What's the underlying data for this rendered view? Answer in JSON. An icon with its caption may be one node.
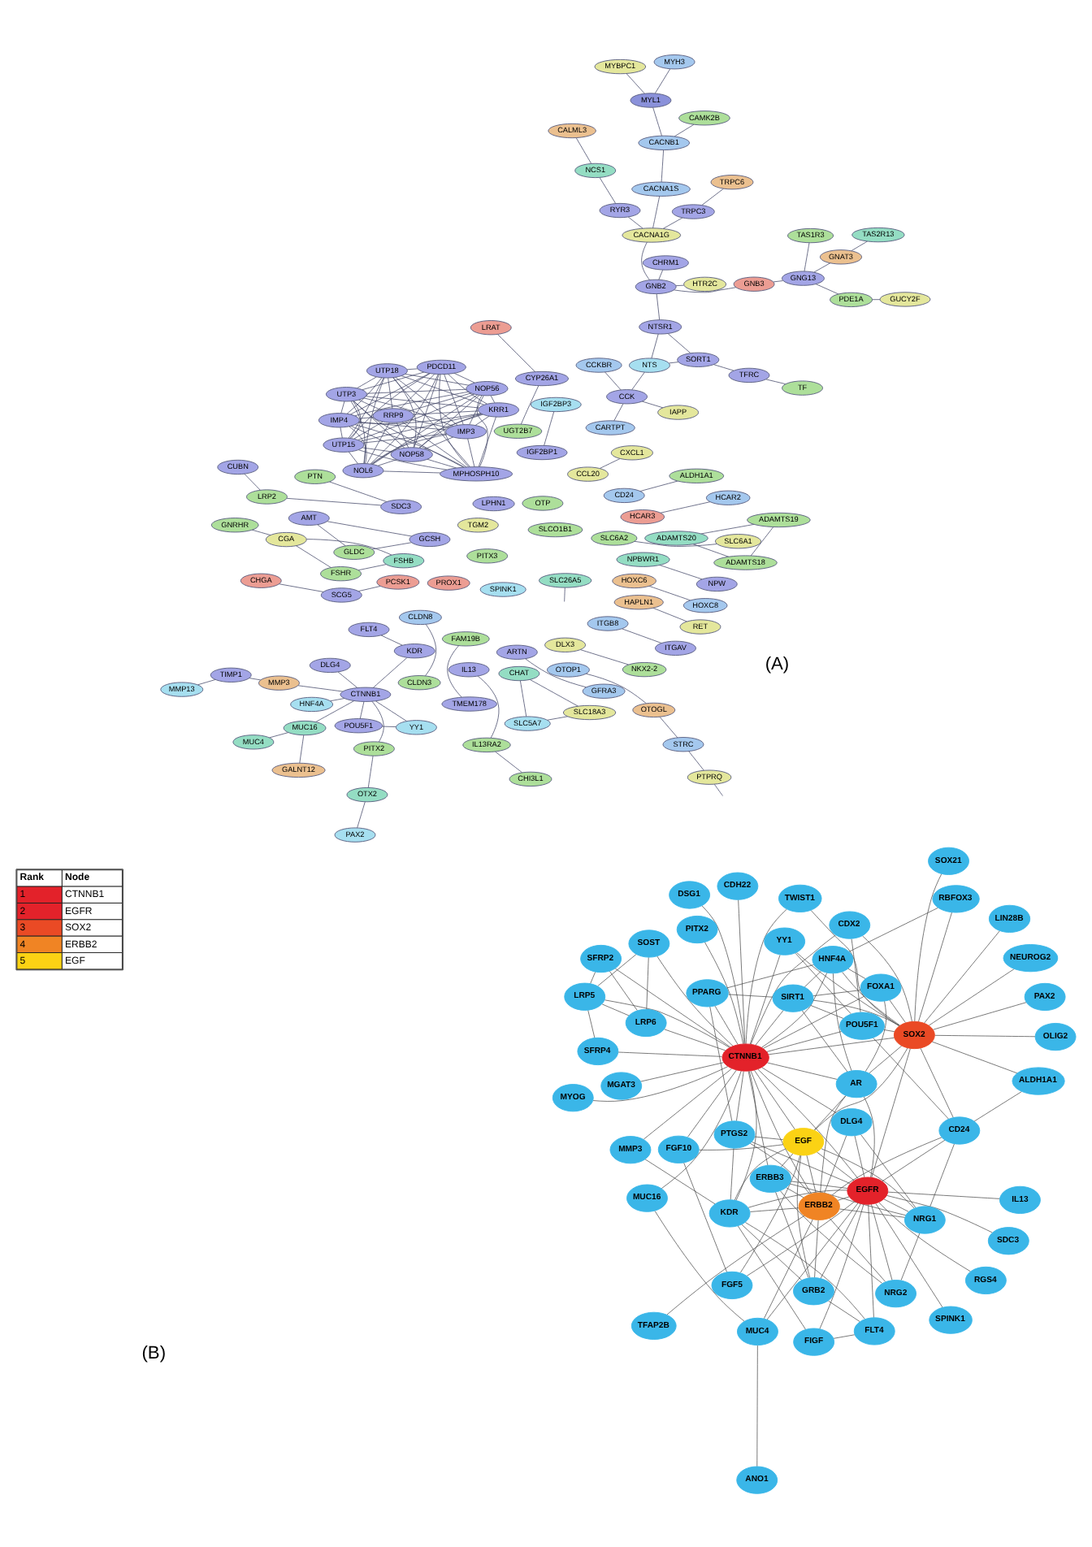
{
  "diagram": {
    "nodes": [
      {
        "text": [
          "CARTPT"
        ]
      },
      {
        "text": [
          "MYBPC1"
        ]
      },
      {
        "text": [
          "HAPLN1"
        ]
      },
      {
        "text": [
          "CCKBR"
        ]
      },
      {
        "text": [
          "TRPC6"
        ]
      },
      {
        "text": [
          "DLX3"
        ]
      },
      {
        "text": [
          "NKX2-2"
        ]
      },
      {
        "text": [
          "ARTN"
        ]
      },
      {
        "text": [
          "GFRA3"
        ]
      },
      {
        "text": [
          "FAM19B"
        ]
      },
      {
        "text": [
          "TMEM178"
        ]
      },
      {
        "text": [
          "IAPP"
        ]
      },
      {
        "text": [
          "CCK"
        ]
      },
      {
        "text": [
          "MYL1"
        ]
      },
      {
        "text": [
          "RET"
        ]
      },
      {
        "text": [
          "ADAMTS20"
        ]
      },
      {
        "text": [
          "FSHB"
        ]
      },
      {
        "text": [
          "FSHR"
        ]
      },
      {
        "text": [
          "ITGB8"
        ]
      },
      {
        "text": [
          "CACNB1"
        ]
      },
      {
        "text": [
          "CACNA1S"
        ]
      },
      {
        "text": [
          "TRPC3"
        ]
      },
      {
        "text": [
          "NTS"
        ]
      },
      {
        "text": [
          "ADAMTS18"
        ]
      },
      {
        "text": [
          "ADAMTS19"
        ]
      },
      {
        "text": [
          "CGA"
        ]
      },
      {
        "text": [
          "MYH3"
        ]
      },
      {
        "text": [
          "ITGAV"
        ]
      },
      {
        "text": [
          "CAMK2B"
        ]
      },
      {
        "text": [
          "CACNA1G"
        ]
      },
      {
        "text": [
          "CALML3"
        ]
      },
      {
        "text": [
          "TFRC"
        ]
      },
      {
        "text": [
          "SORT1"
        ]
      },
      {
        "text": [
          "TF"
        ]
      },
      {
        "text": [
          "NTSR1"
        ]
      },
      {
        "text": [
          "LPHN1"
        ]
      },
      {
        "text": [
          "GNRHR"
        ]
      },
      {
        "text": [
          "RYR3"
        ]
      },
      {
        "text": [
          "GCSH"
        ]
      },
      {
        "text": [
          "AMT"
        ]
      },
      {
        "text": [
          "NCS1"
        ]
      },
      {
        "text": [
          "SLC6A2"
        ]
      },
      {
        "text": [
          "SLC6A1"
        ]
      },
      {
        "text": [
          "GLDC"
        ]
      },
      {
        "text": [
          "HTR2C"
        ]
      },
      {
        "text": [
          "GNB2"
        ]
      },
      {
        "text": [
          "CHRM1"
        ]
      },
      {
        "text": [
          "GNB3"
        ]
      },
      {
        "text": [
          "TGM2"
        ]
      },
      {
        "text": [
          "PDE1A"
        ]
      },
      {
        "text": [
          "GUCY2F"
        ]
      },
      {
        "text": [
          "GNG13"
        ]
      },
      {
        "text": [
          "HOXC6"
        ]
      },
      {
        "text": [
          "HOXC8"
        ]
      },
      {
        "text": [
          "PROX1"
        ]
      },
      {
        "text": [
          "TAS1R3"
        ]
      },
      {
        "text": [
          "CCL20"
        ]
      },
      {
        "text": [
          "KDR"
        ]
      },
      {
        "text": [
          "FLT4"
        ]
      },
      {
        "text": [
          "DLG4"
        ]
      },
      {
        "text": [
          "HNF4A"
        ]
      },
      {
        "text": [
          "YY1"
        ]
      },
      {
        "text": [
          "CTNNB1"
        ]
      },
      {
        "text": [
          "GNAT3"
        ]
      },
      {
        "text": [
          "TAS2R13"
        ]
      },
      {
        "text": [
          "OTP"
        ]
      },
      {
        "text": [
          "PAX2"
        ]
      },
      {
        "text": [
          "PITX2"
        ]
      },
      {
        "text": [
          "OTX2"
        ]
      },
      {
        "text": [
          "CXCL1"
        ]
      },
      {
        "text": [
          "IL13"
        ]
      },
      {
        "text": [
          "PITX3"
        ]
      },
      {
        "text": [
          "PCSK1"
        ]
      },
      {
        "text": [
          "NPBWR1"
        ]
      },
      {
        "text": [
          "NPW"
        ]
      },
      {
        "text": [
          "POU5F1"
        ]
      },
      {
        "text": [
          "SCG5"
        ]
      },
      {
        "text": [
          "HCAR3"
        ]
      },
      {
        "text": [
          "HCAR2"
        ]
      },
      {
        "text": [
          "IL13RA2"
        ]
      },
      {
        "text": [
          "CHI3L1"
        ]
      },
      {
        "text": [
          "IGF2BP1"
        ]
      },
      {
        "text": [
          "IGF2BP3"
        ]
      },
      {
        "text": [
          "CD24"
        ]
      },
      {
        "text": [
          "CHGA"
        ]
      },
      {
        "text": [
          "MPHOSPH10"
        ]
      },
      {
        "text": [
          "SDC3"
        ]
      },
      {
        "text": [
          "MUC4"
        ]
      },
      {
        "text": [
          "PDCD11"
        ]
      },
      {
        "text": [
          "UTP15"
        ]
      },
      {
        "text": [
          "ALDH1A1"
        ]
      },
      {
        "text": [
          "LRP2"
        ]
      },
      {
        "text": [
          "MUC16"
        ]
      },
      {
        "text": [
          "GALNT12"
        ]
      },
      {
        "text": [
          "SPINK1"
        ]
      },
      {
        "text": [
          "IMP3"
        ]
      },
      {
        "text": [
          "KRR1"
        ]
      },
      {
        "text": [
          "NOL6"
        ]
      },
      {
        "text": [
          "TIMP1"
        ]
      },
      {
        "text": [
          "RRP9"
        ]
      },
      {
        "text": [
          "MMP3"
        ]
      },
      {
        "text": [
          "CUBN"
        ]
      },
      {
        "text": [
          "PTN"
        ]
      },
      {
        "text": [
          "OTOP1"
        ]
      },
      {
        "text": [
          "SLCO1B1"
        ]
      },
      {
        "text": [
          "UGT2B7"
        ]
      },
      {
        "text": [
          "CYP26A1"
        ]
      },
      {
        "text": [
          "UTP18"
        ]
      },
      {
        "text": [
          "NOP58"
        ]
      },
      {
        "text": [
          "NOP56"
        ]
      },
      {
        "text": [
          "MMP13"
        ]
      },
      {
        "text": [
          "IMP4"
        ]
      },
      {
        "text": [
          "LRAT"
        ]
      },
      {
        "text": [
          "OTOGL"
        ]
      },
      {
        "text": [
          "UTP3"
        ]
      },
      {
        "text": [
          "CLDN8"
        ]
      },
      {
        "text": [
          "CLDN3"
        ]
      },
      {
        "text": [
          "CHAT"
        ]
      },
      {
        "text": [
          "STRC"
        ]
      },
      {
        "text": [
          "SLC5A7"
        ]
      },
      {
        "text": [
          "SLC18A3"
        ]
      },
      {
        "text": [
          "PTPRQ"
        ]
      },
      {
        "text": [
          "SLC26A5"
        ]
      },
      {
        "text": [
          "MYOG"
        ]
      },
      {
        "text": [
          "PITX2"
        ]
      },
      {
        "text": [
          "MUC16"
        ]
      },
      {
        "text": [
          "ANO1"
        ]
      },
      {
        "text": [
          "SDC3"
        ]
      },
      {
        "text": [
          "MGAT3"
        ]
      },
      {
        "text": [
          "RGS4"
        ]
      },
      {
        "text": [
          "SFRP4"
        ]
      },
      {
        "text": [
          "MMP3"
        ]
      },
      {
        "text": [
          "MUC4"
        ]
      },
      {
        "text": [
          "SOST"
        ]
      },
      {
        "text": [
          "SFRP2"
        ]
      },
      {
        "text": [
          "FIGF"
        ]
      },
      {
        "text": [
          "FLT4"
        ]
      },
      {
        "text": [
          "SPINK1"
        ]
      },
      {
        "text": [
          "KDR"
        ]
      },
      {
        "text": [
          "LRP5"
        ]
      },
      {
        "text": [
          "PTGS2"
        ]
      },
      {
        "text": [
          "EGFR"
        ]
      },
      {
        "text": [
          "DSG1"
        ]
      },
      {
        "text": [
          "CTNNB1"
        ]
      },
      {
        "text": [
          "ERBB3"
        ]
      },
      {
        "text": [
          "GRB2"
        ]
      },
      {
        "text": [
          "IL13"
        ]
      },
      {
        "text": [
          "LRP6"
        ]
      },
      {
        "text": [
          "FGF10"
        ]
      },
      {
        "text": [
          "ERBB2"
        ]
      },
      {
        "text": [
          "PPARG"
        ]
      },
      {
        "text": [
          "NRG2"
        ]
      },
      {
        "text": [
          "EGF"
        ]
      },
      {
        "text": [
          "FGF5"
        ]
      },
      {
        "text": [
          "CDH22"
        ]
      },
      {
        "text": [
          "AR"
        ]
      },
      {
        "text": [
          "HNF4A"
        ]
      },
      {
        "text": [
          "DLG4"
        ]
      },
      {
        "text": [
          "NRG1"
        ]
      },
      {
        "text": [
          "TWIST1"
        ]
      },
      {
        "text": [
          "TFAP2B"
        ]
      },
      {
        "text": [
          "SIRT1"
        ]
      },
      {
        "text": [
          "POU5F1"
        ]
      },
      {
        "text": [
          "RBFOX3"
        ]
      },
      {
        "text": [
          "SOX2"
        ]
      },
      {
        "text": [
          "YY1"
        ]
      },
      {
        "text": [
          "CD24"
        ]
      },
      {
        "text": [
          "FOXA1"
        ]
      },
      {
        "text": [
          "OLIG2"
        ]
      },
      {
        "text": [
          "ALDH1A1"
        ]
      },
      {
        "text": [
          "SOX21"
        ]
      },
      {
        "text": [
          "CDX2"
        ]
      },
      {
        "text": [
          "NEUROG2"
        ]
      },
      {
        "text": [
          "LIN28B"
        ]
      },
      {
        "text": [
          "PAX2"
        ]
      }
    ],
    "edges": [
      {
        "from": 2,
        "to": 14,
        "arrow": "none"
      },
      {
        "from": 5,
        "to": 6,
        "arrow": "none"
      },
      {
        "from": 7,
        "to": 8,
        "arrow": "none"
      },
      {
        "from": 25,
        "to": 16,
        "arrow": "none"
      },
      {
        "from": 25,
        "to": 17,
        "arrow": "none"
      },
      {
        "from": 16,
        "to": 17,
        "arrow": "none"
      },
      {
        "from": 25,
        "to": 36,
        "arrow": "none"
      },
      {
        "from": 18,
        "to": 27,
        "arrow": "none"
      },
      {
        "from": 1,
        "to": 13,
        "arrow": "none"
      },
      {
        "from": 13,
        "to": 26,
        "arrow": "none"
      },
      {
        "from": 13,
        "to": 19,
        "arrow": "none"
      },
      {
        "from": 9,
        "to": 10,
        "arrow": "none"
      },
      {
        "from": 19,
        "to": 20,
        "arrow": "none"
      },
      {
        "from": 19,
        "to": 28,
        "arrow": "none"
      },
      {
        "from": 20,
        "to": 29,
        "arrow": "none"
      },
      {
        "from": 4,
        "to": 21,
        "arrow": "none"
      },
      {
        "from": 21,
        "to": 29,
        "arrow": "none"
      },
      {
        "from": 30,
        "to": 40,
        "arrow": "none"
      },
      {
        "from": 37,
        "to": 40,
        "arrow": "none"
      },
      {
        "from": 37,
        "to": 29,
        "arrow": "none"
      },
      {
        "from": 29,
        "to": 45,
        "arrow": "none"
      },
      {
        "from": 44,
        "to": 45,
        "arrow": "none"
      },
      {
        "from": 45,
        "to": 46,
        "arrow": "none"
      },
      {
        "from": 45,
        "to": 47,
        "arrow": "none"
      },
      {
        "from": 45,
        "to": 34,
        "arrow": "none"
      },
      {
        "from": 22,
        "to": 34,
        "arrow": "none"
      },
      {
        "from": 12,
        "to": 22,
        "arrow": "none"
      },
      {
        "from": 22,
        "to": 32,
        "arrow": "none"
      },
      {
        "from": 34,
        "to": 32,
        "arrow": "none"
      },
      {
        "from": 32,
        "to": 31,
        "arrow": "none"
      },
      {
        "from": 31,
        "to": 33,
        "arrow": "none"
      },
      {
        "from": 0,
        "to": 12,
        "arrow": "none"
      },
      {
        "from": 3,
        "to": 12,
        "arrow": "none"
      },
      {
        "from": 12,
        "to": 11,
        "arrow": "none"
      },
      {
        "from": 15,
        "to": 23,
        "arrow": "none"
      },
      {
        "from": 15,
        "to": 24,
        "arrow": "none"
      },
      {
        "from": 23,
        "to": 24,
        "arrow": "none"
      },
      {
        "from": 38,
        "to": 39,
        "arrow": "none"
      },
      {
        "from": 38,
        "to": 43,
        "arrow": "none"
      },
      {
        "from": 39,
        "to": 43,
        "arrow": "none"
      },
      {
        "from": 41,
        "to": 42,
        "arrow": "none"
      },
      {
        "from": 49,
        "to": 50,
        "arrow": "none"
      },
      {
        "from": 52,
        "to": 53,
        "arrow": "none"
      },
      {
        "from": 47,
        "to": 51,
        "arrow": "none"
      },
      {
        "from": 51,
        "to": 49,
        "arrow": "none"
      },
      {
        "from": 51,
        "to": 55,
        "arrow": "none"
      },
      {
        "from": 51,
        "to": 63,
        "arrow": "none"
      },
      {
        "from": 63,
        "to": 64,
        "arrow": "none"
      },
      {
        "from": 73,
        "to": 74,
        "arrow": "none"
      },
      {
        "from": 77,
        "to": 78,
        "arrow": "none"
      },
      {
        "from": 72,
        "to": 76,
        "arrow": "none"
      },
      {
        "from": 76,
        "to": 84,
        "arrow": "none"
      },
      {
        "from": 115,
        "to": 116,
        "arrow": "none"
      },
      {
        "from": 103,
        "to": 113,
        "arrow": "none"
      },
      {
        "from": 113,
        "to": 118,
        "arrow": "none"
      },
      {
        "from": 118,
        "to": 121,
        "arrow": "none"
      },
      {
        "from": 106,
        "to": 112,
        "arrow": "none"
      },
      {
        "from": 105,
        "to": 106,
        "arrow": "none"
      },
      {
        "from": 70,
        "to": 79,
        "arrow": "none"
      },
      {
        "from": 79,
        "to": 80,
        "arrow": "none"
      },
      {
        "from": 69,
        "to": 56,
        "arrow": "none"
      },
      {
        "from": 67,
        "to": 68,
        "arrow": "none"
      },
      {
        "from": 66,
        "to": 68,
        "arrow": "none"
      },
      {
        "from": 81,
        "to": 82,
        "arrow": "none"
      },
      {
        "from": 86,
        "to": 102,
        "arrow": "none"
      },
      {
        "from": 86,
        "to": 91,
        "arrow": "none"
      },
      {
        "from": 91,
        "to": 101,
        "arrow": "none"
      },
      {
        "from": 100,
        "to": 98,
        "arrow": "none"
      },
      {
        "from": 98,
        "to": 110,
        "arrow": "none"
      },
      {
        "from": 117,
        "to": 119,
        "arrow": "none"
      },
      {
        "from": 117,
        "to": 120,
        "arrow": "none"
      },
      {
        "from": 119,
        "to": 120,
        "arrow": "none"
      },
      {
        "from": 87,
        "to": 92,
        "arrow": "none"
      },
      {
        "from": 92,
        "to": 93,
        "arrow": "none"
      },
      {
        "from": 83,
        "to": 90,
        "arrow": "none"
      },
      {
        "from": 62,
        "to": 61,
        "arrow": "none"
      },
      {
        "from": 62,
        "to": 75,
        "arrow": "none"
      },
      {
        "from": 62,
        "to": 57,
        "arrow": "none"
      },
      {
        "from": 62,
        "to": 59,
        "arrow": "none"
      },
      {
        "from": 62,
        "to": 60,
        "arrow": "none"
      },
      {
        "from": 62,
        "to": 92,
        "arrow": "none"
      },
      {
        "from": 62,
        "to": 100,
        "arrow": "none"
      },
      {
        "from": 62,
        "to": 67,
        "arrow": "none"
      },
      {
        "from": 75,
        "to": 61,
        "arrow": "none"
      },
      {
        "from": 57,
        "to": 58,
        "arrow": "none"
      },
      {
        "from": 121,
        "to": null,
        "arrow": "none"
      },
      {
        "from": 122,
        "to": null,
        "arrow": "none"
      },
      {
        "from": 85,
        "to": 88,
        "arrow": "none"
      },
      {
        "from": 85,
        "to": 89,
        "arrow": "none"
      },
      {
        "from": 85,
        "to": 95,
        "arrow": "none"
      },
      {
        "from": 85,
        "to": 96,
        "arrow": "none"
      },
      {
        "from": 85,
        "to": 97,
        "arrow": "none"
      },
      {
        "from": 85,
        "to": 99,
        "arrow": "none"
      },
      {
        "from": 85,
        "to": 107,
        "arrow": "none"
      },
      {
        "from": 85,
        "to": 108,
        "arrow": "none"
      },
      {
        "from": 85,
        "to": 109,
        "arrow": "none"
      },
      {
        "from": 85,
        "to": 111,
        "arrow": "none"
      },
      {
        "from": 85,
        "to": 114,
        "arrow": "none"
      },
      {
        "from": 88,
        "to": 89,
        "arrow": "none"
      },
      {
        "from": 88,
        "to": 95,
        "arrow": "none"
      },
      {
        "from": 88,
        "to": 96,
        "arrow": "none"
      },
      {
        "from": 88,
        "to": 97,
        "arrow": "none"
      },
      {
        "from": 88,
        "to": 99,
        "arrow": "none"
      },
      {
        "from": 88,
        "to": 107,
        "arrow": "none"
      },
      {
        "from": 88,
        "to": 108,
        "arrow": "none"
      },
      {
        "from": 88,
        "to": 109,
        "arrow": "none"
      },
      {
        "from": 88,
        "to": 111,
        "arrow": "none"
      },
      {
        "from": 88,
        "to": 114,
        "arrow": "none"
      },
      {
        "from": 89,
        "to": 95,
        "arrow": "none"
      },
      {
        "from": 89,
        "to": 96,
        "arrow": "none"
      },
      {
        "from": 89,
        "to": 97,
        "arrow": "none"
      },
      {
        "from": 89,
        "to": 99,
        "arrow": "none"
      },
      {
        "from": 89,
        "to": 107,
        "arrow": "none"
      },
      {
        "from": 89,
        "to": 108,
        "arrow": "none"
      },
      {
        "from": 89,
        "to": 109,
        "arrow": "none"
      },
      {
        "from": 89,
        "to": 111,
        "arrow": "none"
      },
      {
        "from": 89,
        "to": 114,
        "arrow": "none"
      },
      {
        "from": 95,
        "to": 96,
        "arrow": "none"
      },
      {
        "from": 95,
        "to": 97,
        "arrow": "none"
      },
      {
        "from": 95,
        "to": 99,
        "arrow": "none"
      },
      {
        "from": 95,
        "to": 107,
        "arrow": "none"
      },
      {
        "from": 95,
        "to": 108,
        "arrow": "none"
      },
      {
        "from": 95,
        "to": 109,
        "arrow": "none"
      },
      {
        "from": 95,
        "to": 111,
        "arrow": "none"
      },
      {
        "from": 95,
        "to": 114,
        "arrow": "none"
      },
      {
        "from": 96,
        "to": 97,
        "arrow": "none"
      },
      {
        "from": 96,
        "to": 99,
        "arrow": "none"
      },
      {
        "from": 96,
        "to": 107,
        "arrow": "none"
      },
      {
        "from": 96,
        "to": 108,
        "arrow": "none"
      },
      {
        "from": 96,
        "to": 109,
        "arrow": "none"
      },
      {
        "from": 96,
        "to": 111,
        "arrow": "none"
      },
      {
        "from": 96,
        "to": 114,
        "arrow": "none"
      },
      {
        "from": 97,
        "to": 99,
        "arrow": "none"
      },
      {
        "from": 97,
        "to": 107,
        "arrow": "none"
      },
      {
        "from": 97,
        "to": 108,
        "arrow": "none"
      },
      {
        "from": 97,
        "to": 109,
        "arrow": "none"
      },
      {
        "from": 97,
        "to": 111,
        "arrow": "none"
      },
      {
        "from": 97,
        "to": 114,
        "arrow": "none"
      },
      {
        "from": 99,
        "to": 107,
        "arrow": "none"
      },
      {
        "from": 99,
        "to": 108,
        "arrow": "none"
      },
      {
        "from": 99,
        "to": 109,
        "arrow": "none"
      },
      {
        "from": 99,
        "to": 111,
        "arrow": "none"
      },
      {
        "from": 99,
        "to": 114,
        "arrow": "none"
      },
      {
        "from": 107,
        "to": 108,
        "arrow": "none"
      },
      {
        "from": 107,
        "to": 109,
        "arrow": "none"
      },
      {
        "from": 107,
        "to": 111,
        "arrow": "none"
      },
      {
        "from": 107,
        "to": 114,
        "arrow": "none"
      },
      {
        "from": 108,
        "to": 109,
        "arrow": "none"
      },
      {
        "from": 108,
        "to": 111,
        "arrow": "none"
      },
      {
        "from": 108,
        "to": 114,
        "arrow": "none"
      },
      {
        "from": 109,
        "to": 111,
        "arrow": "none"
      },
      {
        "from": 109,
        "to": 114,
        "arrow": "none"
      },
      {
        "from": 111,
        "to": 114,
        "arrow": "none"
      },
      {
        "from": 143,
        "to": 123,
        "arrow": "none"
      },
      {
        "from": 143,
        "to": 124,
        "arrow": "none"
      },
      {
        "from": 143,
        "to": 125,
        "arrow": "none"
      },
      {
        "from": 143,
        "to": 128,
        "arrow": "none"
      },
      {
        "from": 143,
        "to": 130,
        "arrow": "none"
      },
      {
        "from": 143,
        "to": 131,
        "arrow": "none"
      },
      {
        "from": 143,
        "to": 133,
        "arrow": "none"
      },
      {
        "from": 143,
        "to": 134,
        "arrow": "none"
      },
      {
        "from": 143,
        "to": 139,
        "arrow": "none"
      },
      {
        "from": 143,
        "to": 142,
        "arrow": "none"
      },
      {
        "from": 143,
        "to": 147,
        "arrow": "none"
      },
      {
        "from": 143,
        "to": 154,
        "arrow": "none"
      },
      {
        "from": 143,
        "to": 150,
        "arrow": "none"
      },
      {
        "from": 143,
        "to": 156,
        "arrow": "none"
      },
      {
        "from": 143,
        "to": 159,
        "arrow": "none"
      },
      {
        "from": 143,
        "to": 161,
        "arrow": "none"
      },
      {
        "from": 143,
        "to": 164,
        "arrow": "none"
      },
      {
        "from": 143,
        "to": 162,
        "arrow": "none"
      },
      {
        "from": 143,
        "to": 155,
        "arrow": "none"
      },
      {
        "from": 143,
        "to": 157,
        "arrow": "none"
      },
      {
        "from": 143,
        "to": 148,
        "arrow": "none"
      },
      {
        "from": 143,
        "to": 140,
        "arrow": "none"
      },
      {
        "from": 143,
        "to": 138,
        "arrow": "none"
      },
      {
        "from": 143,
        "to": 141,
        "arrow": "none"
      },
      {
        "from": 143,
        "to": 149,
        "arrow": "none"
      },
      {
        "from": 143,
        "to": 144,
        "arrow": "none"
      },
      {
        "from": 143,
        "to": 152,
        "arrow": "none"
      },
      {
        "from": 143,
        "to": 167,
        "arrow": "none"
      },
      {
        "from": 143,
        "to": 165,
        "arrow": "none"
      },
      {
        "from": 143,
        "to": 171,
        "arrow": "none"
      },
      {
        "from": 141,
        "to": 149,
        "arrow": "none"
      },
      {
        "from": 141,
        "to": 144,
        "arrow": "none"
      },
      {
        "from": 141,
        "to": 152,
        "arrow": "none"
      },
      {
        "from": 141,
        "to": 145,
        "arrow": "none"
      },
      {
        "from": 141,
        "to": 140,
        "arrow": "none"
      },
      {
        "from": 141,
        "to": 158,
        "arrow": "none"
      },
      {
        "from": 141,
        "to": 151,
        "arrow": "none"
      },
      {
        "from": 141,
        "to": 146,
        "arrow": "none"
      },
      {
        "from": 141,
        "to": 137,
        "arrow": "none"
      },
      {
        "from": 141,
        "to": 138,
        "arrow": "none"
      },
      {
        "from": 141,
        "to": 136,
        "arrow": "none"
      },
      {
        "from": 141,
        "to": 132,
        "arrow": "none"
      },
      {
        "from": 141,
        "to": 155,
        "arrow": "none"
      },
      {
        "from": 141,
        "to": 127,
        "arrow": "none"
      },
      {
        "from": 141,
        "to": 129,
        "arrow": "none"
      },
      {
        "from": 141,
        "to": 135,
        "arrow": "none"
      },
      {
        "from": 141,
        "to": 157,
        "arrow": "none"
      },
      {
        "from": 141,
        "to": 164,
        "arrow": "none"
      },
      {
        "from": 141,
        "to": 166,
        "arrow": "none"
      },
      {
        "from": 141,
        "to": 153,
        "arrow": "none"
      },
      {
        "from": 149,
        "to": 144,
        "arrow": "none"
      },
      {
        "from": 149,
        "to": 152,
        "arrow": "none"
      },
      {
        "from": 149,
        "to": 145,
        "arrow": "none"
      },
      {
        "from": 149,
        "to": 158,
        "arrow": "none"
      },
      {
        "from": 149,
        "to": 151,
        "arrow": "none"
      },
      {
        "from": 149,
        "to": 132,
        "arrow": "none"
      },
      {
        "from": 149,
        "to": 155,
        "arrow": "none"
      },
      {
        "from": 149,
        "to": 157,
        "arrow": "none"
      },
      {
        "from": 149,
        "to": 140,
        "arrow": "none"
      },
      {
        "from": 149,
        "to": 160,
        "arrow": "none"
      },
      {
        "from": 149,
        "to": 166,
        "arrow": "none"
      },
      {
        "from": 149,
        "to": 138,
        "arrow": "none"
      },
      {
        "from": 144,
        "to": 152,
        "arrow": "none"
      },
      {
        "from": 144,
        "to": 145,
        "arrow": "none"
      },
      {
        "from": 144,
        "to": 158,
        "arrow": "none"
      },
      {
        "from": 144,
        "to": 151,
        "arrow": "none"
      },
      {
        "from": 145,
        "to": 152,
        "arrow": "none"
      },
      {
        "from": 145,
        "to": 138,
        "arrow": "none"
      },
      {
        "from": 145,
        "to": 136,
        "arrow": "none"
      },
      {
        "from": 152,
        "to": 138,
        "arrow": "none"
      },
      {
        "from": 152,
        "to": 148,
        "arrow": "none"
      },
      {
        "from": 152,
        "to": 153,
        "arrow": "none"
      },
      {
        "from": 152,
        "to": 140,
        "arrow": "none"
      },
      {
        "from": 152,
        "to": 155,
        "arrow": "none"
      },
      {
        "from": 152,
        "to": 158,
        "arrow": "none"
      },
      {
        "from": 152,
        "to": 164,
        "arrow": "none"
      },
      {
        "from": 138,
        "to": 136,
        "arrow": "none"
      },
      {
        "from": 138,
        "to": 135,
        "arrow": "none"
      },
      {
        "from": 138,
        "to": 131,
        "arrow": "none"
      },
      {
        "from": 138,
        "to": 140,
        "arrow": "none"
      },
      {
        "from": 136,
        "to": 135,
        "arrow": "none"
      },
      {
        "from": 148,
        "to": 153,
        "arrow": "none"
      },
      {
        "from": 158,
        "to": 151,
        "arrow": "none"
      },
      {
        "from": 158,
        "to": 166,
        "arrow": "none"
      },
      {
        "from": 158,
        "to": 157,
        "arrow": "none"
      },
      {
        "from": 140,
        "to": 150,
        "arrow": "none"
      },
      {
        "from": 155,
        "to": 164,
        "arrow": "none"
      },
      {
        "from": 155,
        "to": 167,
        "arrow": "none"
      },
      {
        "from": 155,
        "to": 161,
        "arrow": "none"
      },
      {
        "from": 155,
        "to": 156,
        "arrow": "none"
      },
      {
        "from": 161,
        "to": 164,
        "arrow": "none"
      },
      {
        "from": 161,
        "to": 162,
        "arrow": "none"
      },
      {
        "from": 161,
        "to": 156,
        "arrow": "none"
      },
      {
        "from": 161,
        "to": 150,
        "arrow": "none"
      },
      {
        "from": 161,
        "to": 167,
        "arrow": "none"
      },
      {
        "from": 162,
        "to": 164,
        "arrow": "none"
      },
      {
        "from": 162,
        "to": 165,
        "arrow": "none"
      },
      {
        "from": 162,
        "to": 171,
        "arrow": "none"
      },
      {
        "from": 162,
        "to": 166,
        "arrow": "none"
      },
      {
        "from": 164,
        "to": 156,
        "arrow": "none"
      },
      {
        "from": 164,
        "to": 159,
        "arrow": "none"
      },
      {
        "from": 164,
        "to": 163,
        "arrow": "none"
      },
      {
        "from": 164,
        "to": 167,
        "arrow": "none"
      },
      {
        "from": 164,
        "to": 168,
        "arrow": "none"
      },
      {
        "from": 164,
        "to": 172,
        "arrow": "none"
      },
      {
        "from": 164,
        "to": 173,
        "arrow": "none"
      },
      {
        "from": 164,
        "to": 174,
        "arrow": "none"
      },
      {
        "from": 164,
        "to": 170,
        "arrow": "none"
      },
      {
        "from": 164,
        "to": 171,
        "arrow": "none"
      },
      {
        "from": 164,
        "to": 169,
        "arrow": "none"
      },
      {
        "from": 164,
        "to": 165,
        "arrow": "none"
      },
      {
        "from": 164,
        "to": 166,
        "arrow": "none"
      },
      {
        "from": 156,
        "to": 150,
        "arrow": "none"
      },
      {
        "from": 156,
        "to": 167,
        "arrow": "none"
      },
      {
        "from": 156,
        "to": 163,
        "arrow": "none"
      },
      {
        "from": 139,
        "to": 147,
        "arrow": "none"
      },
      {
        "from": 139,
        "to": 130,
        "arrow": "none"
      },
      {
        "from": 139,
        "to": 134,
        "arrow": "none"
      },
      {
        "from": 139,
        "to": 133,
        "arrow": "none"
      },
      {
        "from": 147,
        "to": 133,
        "arrow": "none"
      },
      {
        "from": 147,
        "to": 134,
        "arrow": "none"
      },
      {
        "from": 132,
        "to": 126,
        "arrow": "none"
      },
      {
        "from": 132,
        "to": 125,
        "arrow": "none"
      },
      {
        "from": 166,
        "to": 169,
        "arrow": "none"
      }
    ],
    "labels": [
      "(A)",
      "(B)",
      "Rank",
      "Node",
      "1",
      "CTNNB1",
      "2",
      "EGFR",
      "3",
      "SOX2",
      "4",
      "ERBB2",
      "5",
      "EGF"
    ]
  }
}
